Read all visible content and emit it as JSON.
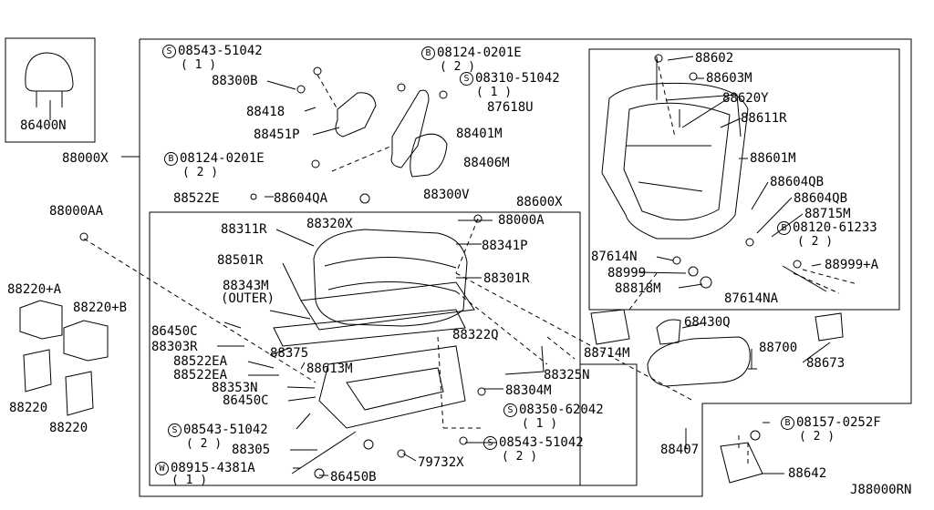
{
  "diagram_id": "J88000RN",
  "parts": {
    "p86400N": "86400N",
    "p88000X": "88000X",
    "p88000AA": "88000AA",
    "p88220A": "88220+A",
    "p88220B": "88220+B",
    "p88220_1": "88220",
    "p88220_2": "88220",
    "b08543_top": {
      "code": "S",
      "num": "08543-51042",
      "qty": "( 1 )"
    },
    "p88300B": "88300B",
    "p88418": "88418",
    "p88451P": "88451P",
    "b08124_top": {
      "code": "B",
      "num": "08124-0201E",
      "qty": "( 2 )"
    },
    "b08310": {
      "code": "S",
      "num": "08310-51042",
      "qty": "( 1 )"
    },
    "p87618U": "87618U",
    "p88401M": "88401M",
    "p88406M": "88406M",
    "b08124_mid": {
      "code": "B",
      "num": "08124-0201E",
      "qty": "( 2 )"
    },
    "p88522E": "88522E",
    "p88604QA": "88604QA",
    "p88300V": "88300V",
    "p88600X": "88600X",
    "p88311R": "88311R",
    "p88320X": "88320X",
    "p88000A": "88000A",
    "p88341P": "88341P",
    "p88501R": "88501R",
    "p88301R": "88301R",
    "p88343M": "88343M",
    "outer": "(OUTER)",
    "p86450C_1": "86450C",
    "p88303R": "88303R",
    "p88375": "88375",
    "p88522EA_1": "88522EA",
    "p88522EA_2": "88522EA",
    "p88613M": "88613M",
    "p88353N": "88353N",
    "p86450C_2": "86450C",
    "p88322Q": "88322Q",
    "p88325N": "88325N",
    "p88304M": "88304M",
    "b08350": {
      "code": "S",
      "num": "08350-62042",
      "qty": "( 1 )"
    },
    "b08543_bot1": {
      "code": "S",
      "num": "08543-51042",
      "qty": "( 2 )"
    },
    "p88305": "88305",
    "b08543_bot2": {
      "code": "S",
      "num": "08543-51042",
      "qty": "( 2 )"
    },
    "w08915": {
      "code": "W",
      "num": "08915-4381A",
      "qty": "( 1 )"
    },
    "p86450B": "86450B",
    "p79732X": "79732X",
    "p88602": "88602",
    "p88603M": "88603M",
    "p88620Y": "88620Y",
    "p88611R": "88611R",
    "p88601M": "88601M",
    "p88604QB_1": "88604QB",
    "p88604QB_2": "88604QB",
    "p88715M": "88715M",
    "b08120": {
      "code": "B",
      "num": "08120-61233",
      "qty": "( 2 )"
    },
    "p87614N": "87614N",
    "p88999": "88999",
    "p88999A": "88999+A",
    "p88818M": "88818M",
    "p87614NA": "87614NA",
    "p68430Q": "68430Q",
    "p88700": "88700",
    "p88714M": "88714M",
    "p88673": "88673",
    "p88407": "88407",
    "b08157": {
      "code": "B",
      "num": "08157-0252F",
      "qty": "( 2 )"
    },
    "p88642": "88642"
  }
}
